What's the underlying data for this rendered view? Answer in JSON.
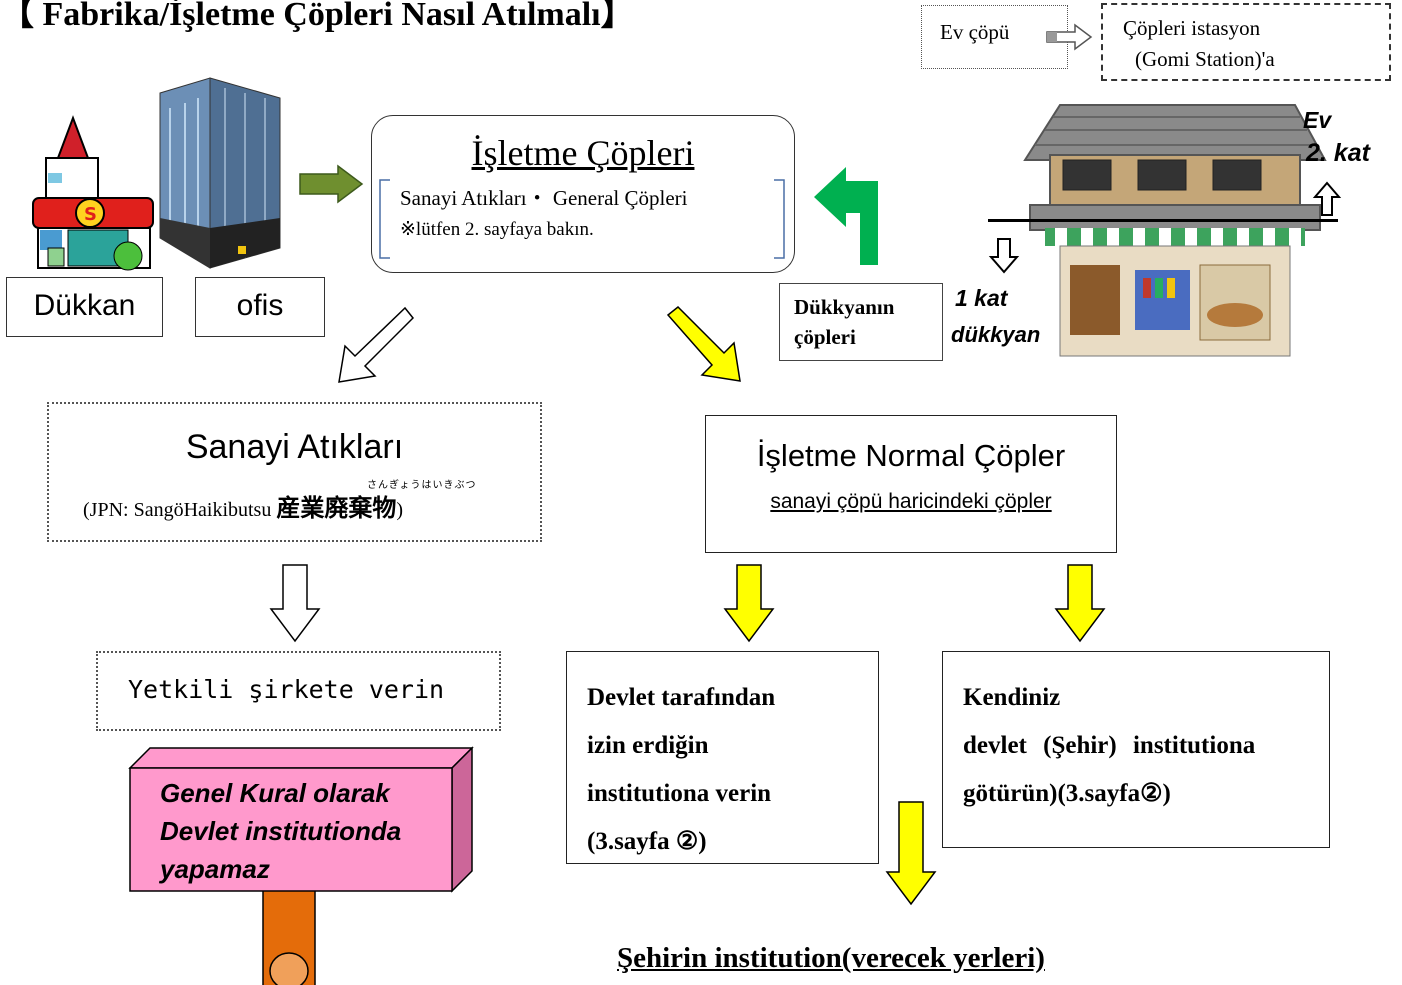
{
  "title": "【 Fabrika/İşletme Çöpleri Nasıl Atılmalı】",
  "household": {
    "ev_label": "Ev çöpü",
    "station_line1": "Çöpleri istasyon",
    "station_line2": "(Gomi Station)'a"
  },
  "left_labels": {
    "shop": "Dükkan",
    "office": "ofis"
  },
  "center": {
    "title": "İşletme Çöpleri",
    "subtitle": "Sanayi Atıkları・ General Çöpleri",
    "note": "※lütfen 2. sayfaya bakın."
  },
  "shop_house": {
    "ev": "Ev",
    "floor2": "2. kat",
    "floor1": "1 kat",
    "dukkyan": "dükkyan",
    "garbage_line1": "Dükkyanın",
    "garbage_line2": "çöpleri"
  },
  "sanayi": {
    "title": "Sanayi Atıkları",
    "sub_prefix": "(JPN: SangöHaikibutsu ",
    "sub_kanji": "産業廃棄物",
    "sub_suffix": ")",
    "furigana": "さんぎょうはいきぶつ"
  },
  "normal": {
    "title": "İşletme Normal Çöpler",
    "sub": "sanayi çöpü haricindeki çöpler"
  },
  "yetkili": "Yetkili şirkete verin",
  "sign": {
    "line1": "Genel Kural olarak",
    "line2": "Devlet institutionda",
    "line3": "yapamaz"
  },
  "devlet_box": {
    "line1": "Devlet tarafından",
    "line2": "izin erdiğin",
    "line3": "institutiona verin",
    "line4": "(3.sayfa ②)"
  },
  "kendiniz_box": {
    "line1": "Kendiniz",
    "line2": "devlet (Şehir) institutiona",
    "line3": "götürün)(3.sayfa②)"
  },
  "bottom": "Şehirin institution(verecek yerleri)",
  "colors": {
    "yellow": "#ffff00",
    "green": "#00b050",
    "olive": "#6f8f2f",
    "pink": "#ff99cc",
    "orange": "#e46c0a"
  }
}
